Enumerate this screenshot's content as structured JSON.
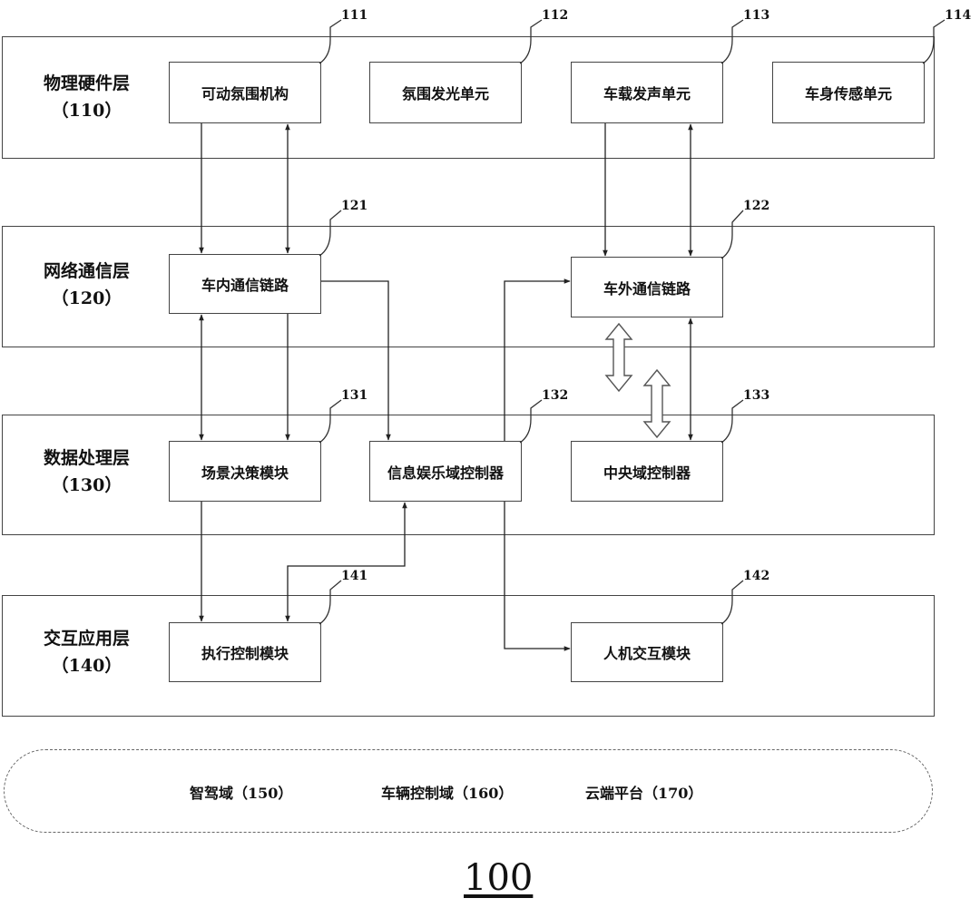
{
  "layers": [
    {
      "name": "物理硬件层",
      "ref": "（110）"
    },
    {
      "name": "网络通信层",
      "ref": "（120）"
    },
    {
      "name": "数据处理层",
      "ref": "（130）"
    },
    {
      "name": "交互应用层",
      "ref": "（140）"
    }
  ],
  "modules": {
    "m111": {
      "label": "可动氛围机构",
      "ref": "111"
    },
    "m112": {
      "label": "氛围发光单元",
      "ref": "112"
    },
    "m113": {
      "label": "车载发声单元",
      "ref": "113"
    },
    "m114": {
      "label": "车身传感单元",
      "ref": "114"
    },
    "m121": {
      "label": "车内通信链路",
      "ref": "121"
    },
    "m122": {
      "label": "车外通信链路",
      "ref": "122"
    },
    "m131": {
      "label": "场景决策模块",
      "ref": "131"
    },
    "m132": {
      "label": "信息娱乐域控制器",
      "ref": "132"
    },
    "m133": {
      "label": "中央域控制器",
      "ref": "133"
    },
    "m141": {
      "label": "执行控制模块",
      "ref": "141"
    },
    "m142": {
      "label": "人机交互模块",
      "ref": "142"
    }
  },
  "domains": [
    "智驾域（150）",
    "车辆控制域（160）",
    "云端平台（170）"
  ],
  "figure_number": "100"
}
